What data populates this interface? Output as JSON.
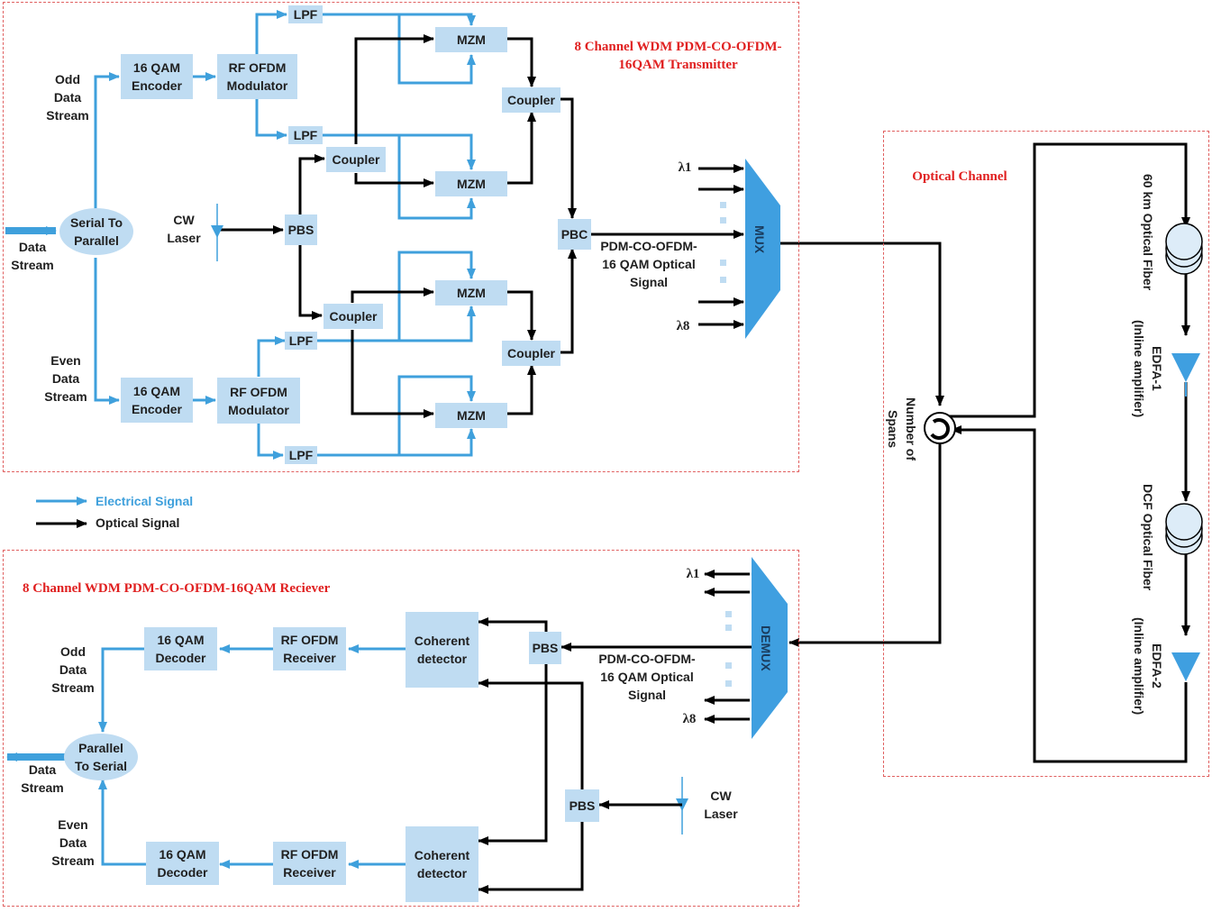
{
  "transmitter": {
    "title_line1": "8 Channel WDM PDM-CO-OFDM-",
    "title_line2": "16QAM Transmitter",
    "input": {
      "line1": "Data",
      "line2": "Stream"
    },
    "serial_to_parallel": {
      "line1": "Serial To",
      "line2": "Parallel"
    },
    "odd_stream": {
      "line1": "Odd",
      "line2": "Data",
      "line3": "Stream"
    },
    "even_stream": {
      "line1": "Even",
      "line2": "Data",
      "line3": "Stream"
    },
    "encoder": {
      "line1": "16 QAM",
      "line2": "Encoder"
    },
    "modulator": {
      "line1": "RF OFDM",
      "line2": "Modulator"
    },
    "lpf": "LPF",
    "mzm": "MZM",
    "coupler": "Coupler",
    "cw_laser": {
      "line1": "CW",
      "line2": "Laser"
    },
    "pbs": "PBS",
    "pbc": "PBC",
    "output_signal": {
      "line1": "PDM-CO-OFDM-",
      "line2": "16 QAM Optical",
      "line3": "Signal"
    },
    "lambda_first": "λ1",
    "lambda_last": "λ8",
    "mux": "MUX"
  },
  "legend": {
    "electrical": "Electrical Signal",
    "optical": "Optical Signal",
    "electrical_color": "#3fa0dc",
    "optical_color": "#000000"
  },
  "channel": {
    "title": "Optical Channel",
    "fiber1": "60 km Optical Fiber",
    "edfa1_line1": "EDFA-1",
    "edfa1_line2": "(Inline amplifier)",
    "fiber2": "DCF Optical Fiber",
    "edfa2_line1": "EDFA-2",
    "edfa2_line2": "(Inline amplifier)",
    "spans_line1": "Number of",
    "spans_line2": "Spans"
  },
  "receiver": {
    "title": "8  Channel WDM PDM-CO-OFDM-16QAM Reciever",
    "demux": "DEMUX",
    "lambda_first": "λ1",
    "lambda_last": "λ8",
    "input_signal": {
      "line1": "PDM-CO-OFDM-",
      "line2": "16 QAM Optical",
      "line3": "Signal"
    },
    "pbs": "PBS",
    "cw_laser": {
      "line1": "CW",
      "line2": "Laser"
    },
    "coherent": {
      "line1": "Coherent",
      "line2": "detector"
    },
    "receiver_block": {
      "line1": "RF OFDM",
      "line2": "Receiver"
    },
    "decoder": {
      "line1": "16 QAM",
      "line2": "Decoder"
    },
    "odd_stream": {
      "line1": "Odd",
      "line2": "Data",
      "line3": "Stream"
    },
    "even_stream": {
      "line1": "Even",
      "line2": "Data",
      "line3": "Stream"
    },
    "parallel_to_serial": {
      "line1": "Parallel",
      "line2": "To Serial"
    },
    "output": {
      "line1": "Data",
      "line2": "Stream"
    }
  },
  "colors": {
    "block_fill": "#bfdcf2",
    "mux_fill": "#3f9fe0",
    "electrical_line": "#3fa0dc",
    "optical_line": "#000000",
    "title_red": "#e02020",
    "border_red": "#e06060"
  }
}
